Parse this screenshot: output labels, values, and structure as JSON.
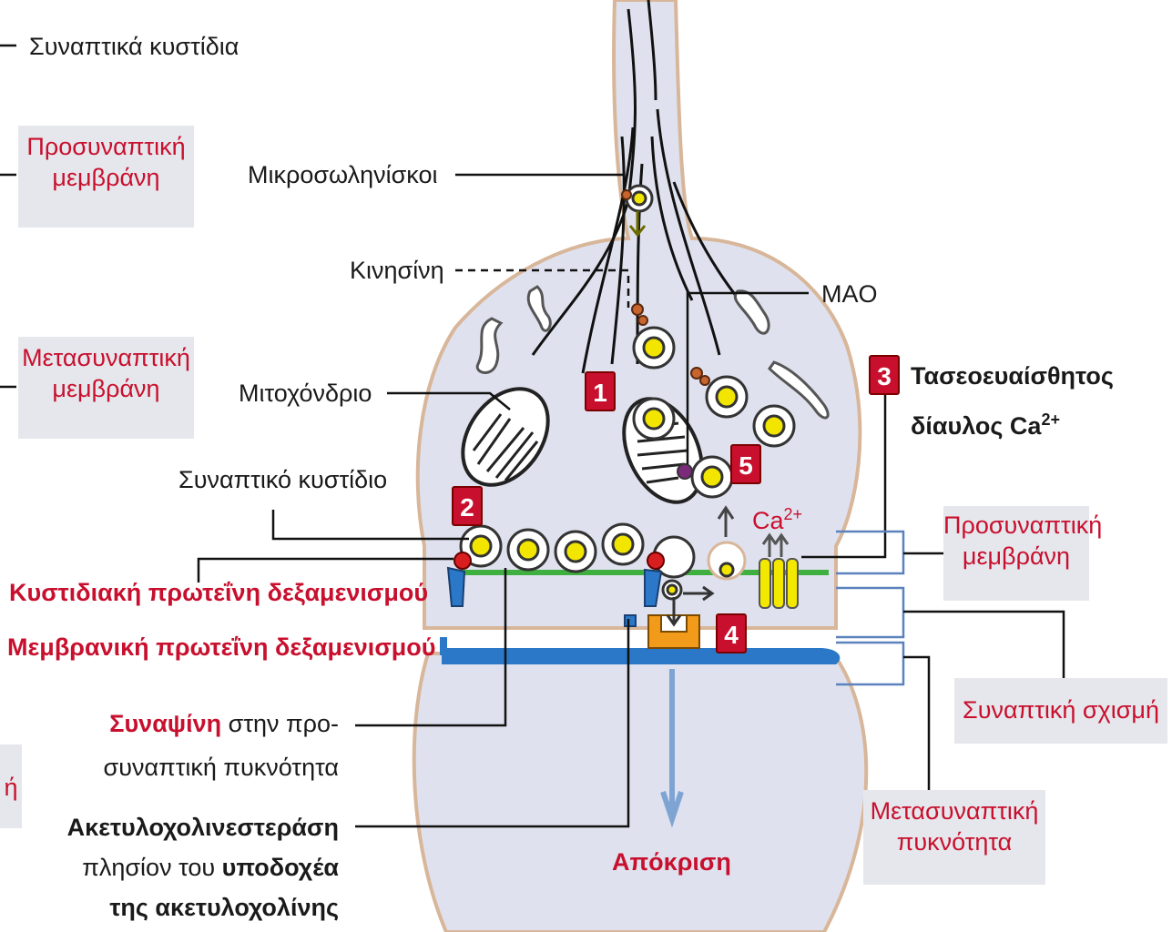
{
  "labels": {
    "synaptic_vesicles": "Συναπτικά κυστίδια",
    "presynaptic_membrane_left": "Προσυναπτική\nμεμβράνη",
    "postsynaptic_membrane_left": "Μετασυναπτική\nμεμβράνη",
    "left_edge_fragment": "ή",
    "microtubules": "Μικροσωληνίσκοι",
    "kinesin": "Κινησίνη",
    "mao": "MAO",
    "mitochondrion": "Μιτοχόνδριο",
    "synaptic_vesicle": "Συναπτικό κυστίδιο",
    "vesicular_docking_protein": "Κυστιδιακή πρωτεΐνη δεξαμενισμού",
    "membrane_docking_protein": "Μεμβρανική πρωτεΐνη δεξαμενισμού",
    "synapsin_bold": "Συναψίνη",
    "synapsin_rest_1": " στην προ-",
    "synapsin_rest_2": "συναπτική πυκνότητα",
    "ache_bold": "Ακετυλοχολινεστεράση",
    "ache_line2_normal": "πλησίον του ",
    "ache_line2_bold": "υποδοχέα",
    "ache_line3_bold": "της ακετυλοχολίνης",
    "voltage_channel_line1": "Τασεοευαίσθητος",
    "voltage_channel_line2": "δίαυλος Ca",
    "voltage_channel_sup": "2+",
    "calcium": "Ca",
    "calcium_sup": "2+",
    "presynaptic_membrane_right": "Προσυναπτική\nμεμβράνη",
    "synaptic_cleft": "Συναπτική σχισμή",
    "postsynaptic_density": "Μετασυναπτική\nπυκνότητα",
    "response": "Απόκριση"
  },
  "steps": [
    "1",
    "2",
    "3",
    "4",
    "5"
  ],
  "colors": {
    "cytoplasm": "#dfe2ee",
    "outline": "#d8b69a",
    "postsynaptic_membrane": "#2b78c8",
    "presynaptic_active_zone": "#3fb03f",
    "vesicle_core": "#f2e600",
    "badge": "#c8102e",
    "label_red": "#c8102e",
    "label_box": "#e6e7ec"
  }
}
